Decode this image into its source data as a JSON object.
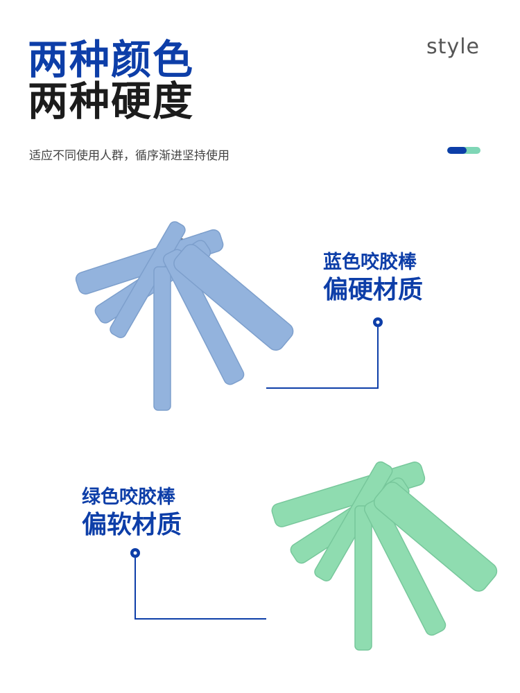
{
  "header": {
    "title_line1": "两种颜色",
    "title_line2": "两种硬度",
    "style_word": "style",
    "subtitle": "适应不同使用人群，循序渐进坚持使用"
  },
  "blue_stick": {
    "name": "蓝色咬胶棒",
    "desc": "偏硬材质"
  },
  "green_stick": {
    "name": "绿色咬胶棒",
    "desc": "偏软材质"
  },
  "colors": {
    "accent": "#0d3ea8",
    "mint": "#7fd6b6",
    "blue_stick": "#93b3dd",
    "green_stick": "#8fdcb0"
  }
}
